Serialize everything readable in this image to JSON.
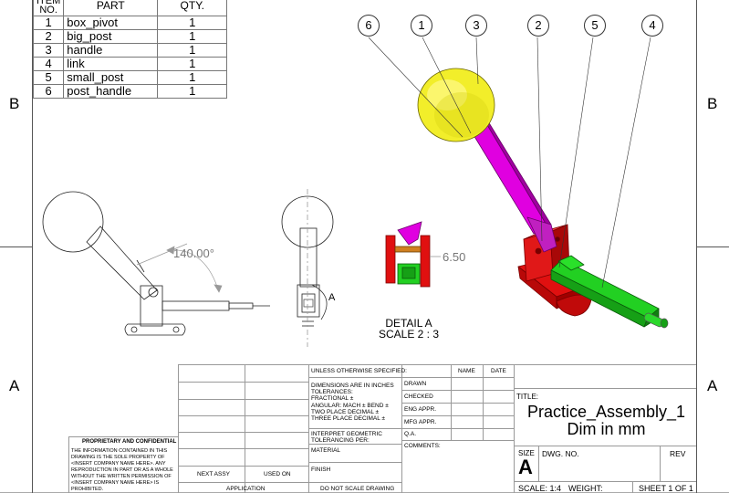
{
  "zones": {
    "b_left": "B",
    "b_right": "B",
    "a_left": "A",
    "a_right": "A"
  },
  "bom": {
    "headers": {
      "item": "ITEM NO.",
      "part": "PART",
      "qty": "QTY."
    },
    "rows": [
      {
        "item": "1",
        "part": "box_pivot",
        "qty": "1"
      },
      {
        "item": "2",
        "part": "big_post",
        "qty": "1"
      },
      {
        "item": "3",
        "part": "handle",
        "qty": "1"
      },
      {
        "item": "4",
        "part": "link",
        "qty": "1"
      },
      {
        "item": "5",
        "part": "small_post",
        "qty": "1"
      },
      {
        "item": "6",
        "part": "post_handle",
        "qty": "1"
      }
    ]
  },
  "balloons": [
    "6",
    "1",
    "3",
    "2",
    "5",
    "4"
  ],
  "dimensions": {
    "angle": "140.00°",
    "detail_dim": "6.50",
    "detail_letter": "A"
  },
  "detail": {
    "title": "DETAIL A",
    "scale": "SCALE 2 : 3"
  },
  "title_block": {
    "unless": "UNLESS OTHERWISE SPECIFIED:",
    "name_hdr": "NAME",
    "date_hdr": "DATE",
    "drawn": "DRAWN",
    "checked": "CHECKED",
    "eng_appr": "ENG APPR.",
    "mfg_appr": "MFG APPR.",
    "qa": "Q.A.",
    "comments": "COMMENTS:",
    "dims_inches": "DIMENSIONS ARE IN INCHES",
    "tolerances": "TOLERANCES:",
    "fractional": "FRACTIONAL ±",
    "angular": "ANGULAR: MACH ±    BEND ±",
    "two_place": "TWO PLACE DECIMAL    ±",
    "three_place": "THREE PLACE DECIMAL  ±",
    "interpret": "INTERPRET GEOMETRIC",
    "tolerancing": "TOLERANCING PER:",
    "material": "MATERIAL",
    "finish": "FINISH",
    "next_assy": "NEXT ASSY",
    "used_on": "USED ON",
    "application": "APPLICATION",
    "do_not_scale": "DO NOT SCALE DRAWING",
    "title_label": "TITLE:",
    "title_line1": "Practice_Assembly_1",
    "title_line2": "Dim in mm",
    "size_label": "SIZE",
    "size_value": "A",
    "dwg_no": "DWG.  NO.",
    "rev": "REV",
    "scale": "SCALE: 1:4",
    "weight": "WEIGHT:",
    "sheet": "SHEET 1 OF 1",
    "prop_title": "PROPRIETARY AND CONFIDENTIAL",
    "prop_lines": [
      "THE INFORMATION CONTAINED IN THIS",
      "DRAWING IS THE SOLE PROPERTY OF",
      "<INSERT COMPANY NAME HERE>.  ANY",
      "REPRODUCTION IN PART OR AS A WHOLE",
      "WITHOUT THE WRITTEN PERMISSION OF",
      "<INSERT COMPANY NAME HERE> IS",
      "PROHIBITED."
    ]
  },
  "colors": {
    "handle_ball": "#f2ee2a",
    "handle_shaft": "#e000e0",
    "base": "#e01010",
    "link": "#1ec81e"
  }
}
